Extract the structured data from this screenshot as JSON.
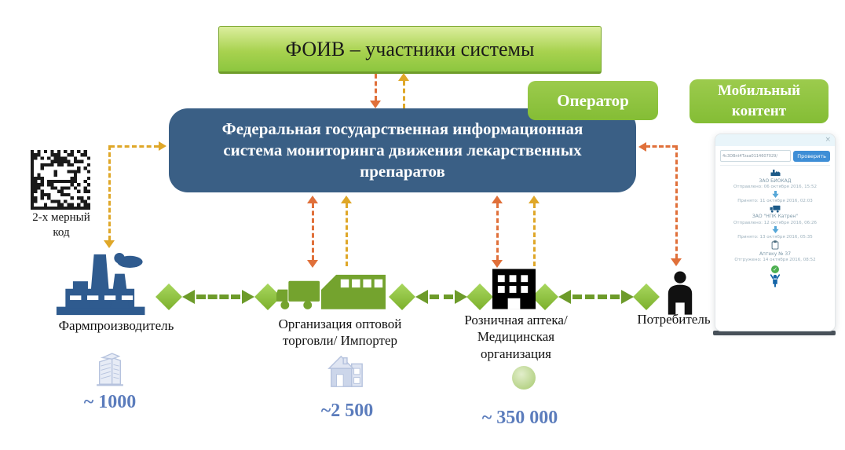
{
  "colors": {
    "green_accent": "#8cc63f",
    "flow_olive": "#6d9b2a",
    "blue_box": "#3a5f85",
    "orange_arrow": "#e0703a",
    "gold_arrow": "#dfa728",
    "count_blue": "#5b7cbc",
    "phone_button_blue": "#3e8ed6",
    "check_green": "#4caf50"
  },
  "header": {
    "foiv_label": "ФОИВ – участники системы",
    "fgis_line1": "Федеральная  государственная информационная",
    "fgis_line2": "система мониторинга движения лекарственных",
    "fgis_line3": "препаратов",
    "operator_label": "Оператор",
    "mobile_label_line1": "Мобильный",
    "mobile_label_line2": "контент"
  },
  "qr": {
    "label_line1": "2-х мерный",
    "label_line2": "код"
  },
  "entities": {
    "manufacturer": {
      "label": "Фармпроизводитель",
      "count": "~ 1000"
    },
    "wholesaler": {
      "label_line1": "Организация оптовой",
      "label_line2": "торговли/ Импортер",
      "count": "~2 500"
    },
    "pharmacy": {
      "label_line1": "Розничная аптека/",
      "label_line2": "Медицинская",
      "label_line3": "организация",
      "count": "~ 350 000"
    },
    "consumer": {
      "label": "Потребитель"
    }
  },
  "phone": {
    "close_label": "×",
    "input_value": "4c3DBnt4Tzaa0114607029/",
    "check_button_label": "Проверить",
    "step1_org": "ЗАО БИОКАД",
    "step1_sent": "Отправлено: 06 октября 2016, 15:52",
    "step1_received": "Принято: 11 октября 2016, 02:03",
    "step2_org": "ЗАО \"НПК Катрен\"",
    "step2_sent": "Отправлено: 12 октября 2016, 06:26",
    "step2_received": "Принято: 13 октября 2016, 05:35",
    "step3_org": "Аптеку № 37",
    "step3_shipped": "Отгружено: 14 октября 2016, 08:52",
    "check_mark": "✓"
  }
}
